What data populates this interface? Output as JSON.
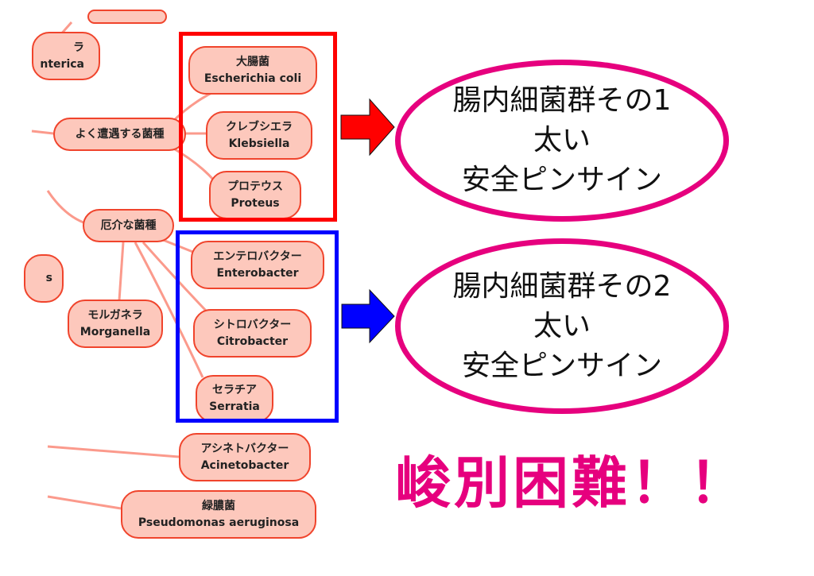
{
  "nodes": {
    "partial_top_left": {
      "line2": "nterica"
    },
    "common": {
      "label": "よく遭遇する菌種"
    },
    "troublesome": {
      "label": "厄介な菌種"
    },
    "ecoli": {
      "ja": "大腸菌",
      "en": "Escherichia coli"
    },
    "klebsiella": {
      "ja": "クレブシエラ",
      "en": "Klebsiella"
    },
    "proteus": {
      "ja": "プロテウス",
      "en": "Proteus"
    },
    "enterobacter": {
      "ja": "エンテロバクター",
      "en": "Enterobacter"
    },
    "citrobacter": {
      "ja": "シトロバクター",
      "en": "Citrobacter"
    },
    "serratia": {
      "ja": "セラチア",
      "en": "Serratia"
    },
    "morganella": {
      "ja": "モルガネラ",
      "en": "Morganella"
    },
    "acinetobacter": {
      "ja": "アシネトバクター",
      "en": "Acinetobacter"
    },
    "pseudomonas": {
      "ja": "緑膿菌",
      "en": "Pseudomonas aeruginosa"
    }
  },
  "callouts": [
    {
      "line1": "腸内細菌群その1",
      "line2": "太い",
      "line3": "安全ピンサイン"
    },
    {
      "line1": "腸内細菌群その2",
      "line2": "太い",
      "line3": "安全ピンサイン"
    }
  ],
  "conclusion": "峻別困難！！",
  "colors": {
    "red_group": "#ff0000",
    "blue_group": "#0000ff",
    "accent": "#e6007e"
  }
}
